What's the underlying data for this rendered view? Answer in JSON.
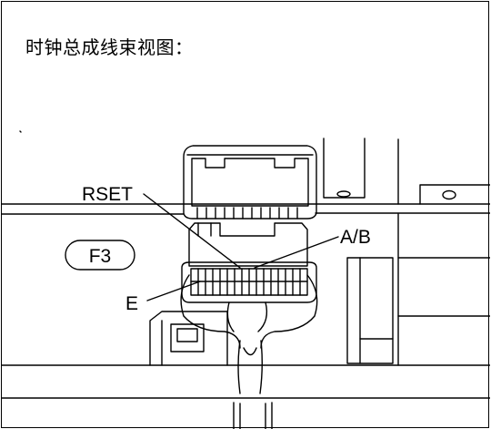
{
  "title": "时钟总成线束视图：",
  "connector_id": "F3",
  "labels": {
    "rset": "RSET",
    "ab": "A/B",
    "e": "E"
  },
  "colors": {
    "line": "#000000",
    "background": "#ffffff"
  }
}
